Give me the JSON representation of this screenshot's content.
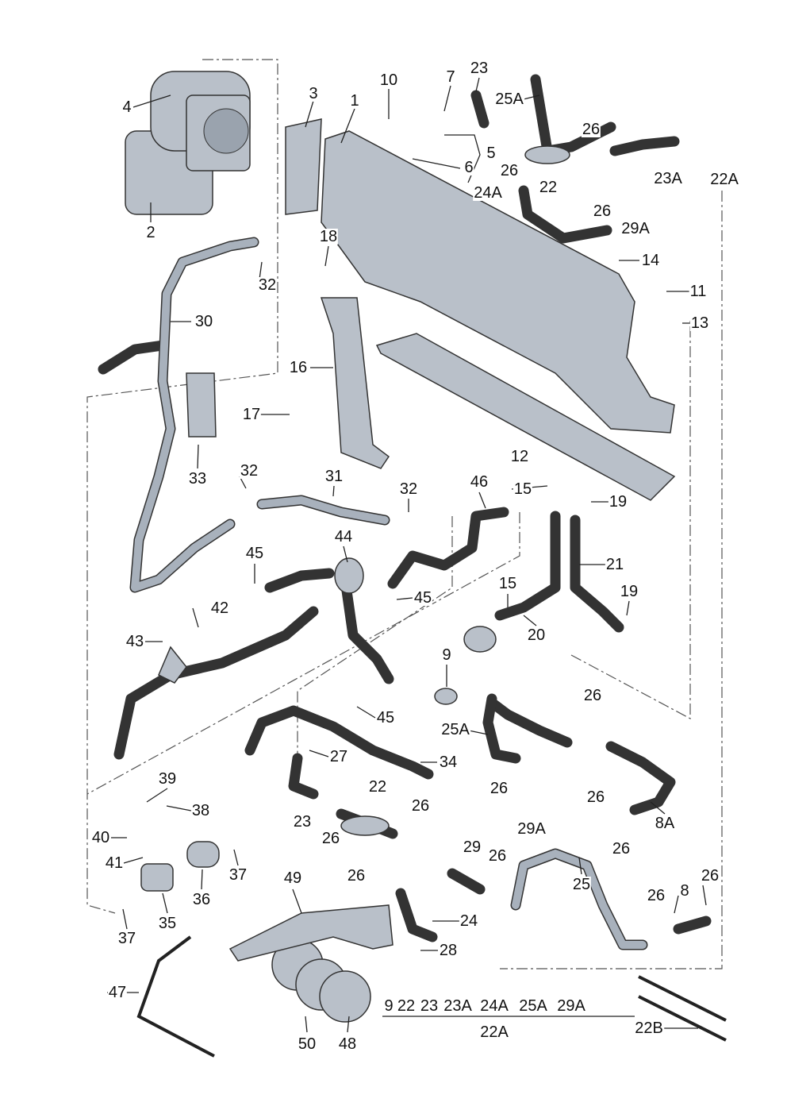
{
  "diagram": {
    "labels": [
      "1",
      "2",
      "3",
      "4",
      "5",
      "6",
      "7",
      "8",
      "8A",
      "9",
      "10",
      "11",
      "12",
      "13",
      "14",
      "15",
      "15",
      "16",
      "17",
      "18",
      "19",
      "19",
      "20",
      "21",
      "22",
      "22",
      "22A",
      "22B",
      "23",
      "23",
      "23A",
      "24A",
      "24",
      "25A",
      "25A",
      "25",
      "26",
      "26",
      "26",
      "26",
      "26",
      "26",
      "26",
      "26",
      "26",
      "26",
      "26",
      "26",
      "26",
      "27",
      "28",
      "29A",
      "29A",
      "29",
      "30",
      "31",
      "32",
      "32",
      "32",
      "33",
      "34",
      "35",
      "36",
      "37",
      "37",
      "38",
      "39",
      "40",
      "41",
      "42",
      "43",
      "44",
      "45",
      "45",
      "45",
      "46",
      "47",
      "48",
      "49",
      "50",
      "9",
      "22",
      "23",
      "23A",
      "24A",
      "25A",
      "29A",
      "22A"
    ],
    "colors": {
      "part_fill": "#b9c0c9",
      "outline": "#333333",
      "background": "#ffffff"
    }
  }
}
